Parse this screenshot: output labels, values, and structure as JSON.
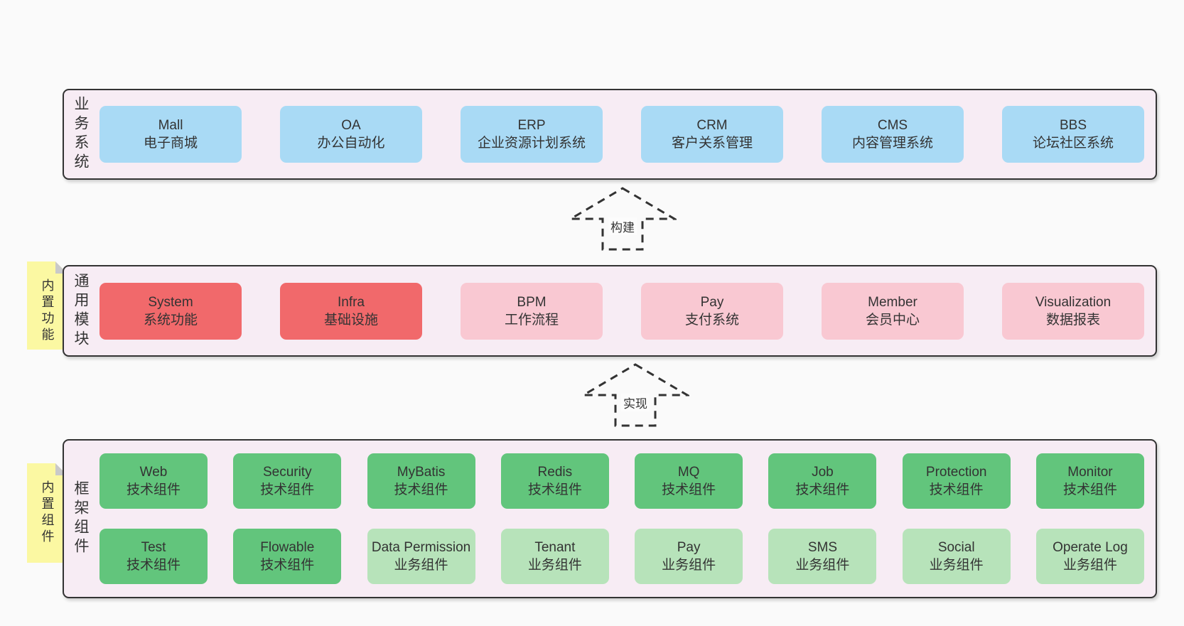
{
  "colors": {
    "background": "#fafafa",
    "layer_fill": "#f7ecf4",
    "layer_border": "#333333",
    "blue": "#a9daf5",
    "red": "#f1696b",
    "pink": "#f9c8d2",
    "green": "#62c57c",
    "light_green": "#b7e3ba",
    "note_yellow": "#fbf8a2",
    "note_fold": "#c9c9c9",
    "text": "#333333"
  },
  "notes": [
    {
      "label": "内置功能"
    },
    {
      "label": "内置组件"
    }
  ],
  "arrows": [
    {
      "label": "构建"
    },
    {
      "label": "实现"
    }
  ],
  "layers": [
    {
      "side_label": "业务系统",
      "rows": [
        [
          {
            "title": "Mall",
            "subtitle": "电子商城",
            "color": "blue"
          },
          {
            "title": "OA",
            "subtitle": "办公自动化",
            "color": "blue"
          },
          {
            "title": "ERP",
            "subtitle": "企业资源计划系统",
            "color": "blue"
          },
          {
            "title": "CRM",
            "subtitle": "客户关系管理",
            "color": "blue"
          },
          {
            "title": "CMS",
            "subtitle": "内容管理系统",
            "color": "blue"
          },
          {
            "title": "BBS",
            "subtitle": "论坛社区系统",
            "color": "blue"
          }
        ]
      ]
    },
    {
      "side_label": "通用模块",
      "rows": [
        [
          {
            "title": "System",
            "subtitle": "系统功能",
            "color": "red"
          },
          {
            "title": "Infra",
            "subtitle": "基础设施",
            "color": "red"
          },
          {
            "title": "BPM",
            "subtitle": "工作流程",
            "color": "pink"
          },
          {
            "title": "Pay",
            "subtitle": "支付系统",
            "color": "pink"
          },
          {
            "title": "Member",
            "subtitle": "会员中心",
            "color": "pink"
          },
          {
            "title": "Visualization",
            "subtitle": "数据报表",
            "color": "pink"
          }
        ]
      ]
    },
    {
      "side_label": "框架组件",
      "rows": [
        [
          {
            "title": "Web",
            "subtitle": "技术组件",
            "color": "green"
          },
          {
            "title": "Security",
            "subtitle": "技术组件",
            "color": "green"
          },
          {
            "title": "MyBatis",
            "subtitle": "技术组件",
            "color": "green"
          },
          {
            "title": "Redis",
            "subtitle": "技术组件",
            "color": "green"
          },
          {
            "title": "MQ",
            "subtitle": "技术组件",
            "color": "green"
          },
          {
            "title": "Job",
            "subtitle": "技术组件",
            "color": "green"
          },
          {
            "title": "Protection",
            "subtitle": "技术组件",
            "color": "green"
          },
          {
            "title": "Monitor",
            "subtitle": "技术组件",
            "color": "green"
          }
        ],
        [
          {
            "title": "Test",
            "subtitle": "技术组件",
            "color": "green"
          },
          {
            "title": "Flowable",
            "subtitle": "技术组件",
            "color": "green"
          },
          {
            "title": "Data Permission",
            "subtitle": "业务组件",
            "color": "lightgreen"
          },
          {
            "title": "Tenant",
            "subtitle": "业务组件",
            "color": "lightgreen"
          },
          {
            "title": "Pay",
            "subtitle": "业务组件",
            "color": "lightgreen"
          },
          {
            "title": "SMS",
            "subtitle": "业务组件",
            "color": "lightgreen"
          },
          {
            "title": "Social",
            "subtitle": "业务组件",
            "color": "lightgreen"
          },
          {
            "title": "Operate Log",
            "subtitle": "业务组件",
            "color": "lightgreen"
          }
        ]
      ]
    }
  ]
}
